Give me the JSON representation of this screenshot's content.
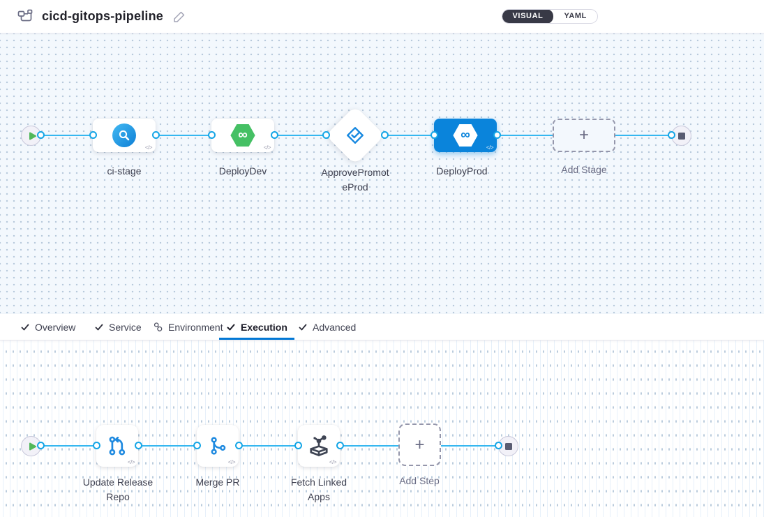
{
  "header": {
    "title": "cicd-gitops-pipeline",
    "mode_toggle": {
      "options": [
        "VISUAL",
        "YAML"
      ],
      "selected": "VISUAL"
    }
  },
  "icons": {
    "code_badge": "</>",
    "plus": "+",
    "infinity": "∞"
  },
  "stage_pipeline": {
    "stages": [
      {
        "name": "ci-stage",
        "type": "ci",
        "selected": false
      },
      {
        "name": "DeployDev",
        "type": "cd",
        "selected": false
      },
      {
        "name": "ApprovePromoteProd",
        "type": "approval",
        "selected": false,
        "label_lines": [
          "ApprovePromot",
          "eProd"
        ]
      },
      {
        "name": "DeployProd",
        "type": "cd",
        "selected": true
      },
      {
        "name": "Add Stage",
        "type": "add-stage"
      }
    ]
  },
  "tabs": [
    {
      "label": "Overview",
      "icon": "check",
      "active": false
    },
    {
      "label": "Service",
      "icon": "check",
      "active": false
    },
    {
      "label": "Environment",
      "icon": "environment",
      "active": false
    },
    {
      "label": "Execution",
      "icon": "check",
      "active": true
    },
    {
      "label": "Advanced",
      "icon": "check",
      "active": false
    }
  ],
  "execution": {
    "steps": [
      {
        "name": "Update Release Repo",
        "type": "git-update"
      },
      {
        "name": "Merge PR",
        "type": "git-merge"
      },
      {
        "name": "Fetch Linked Apps",
        "type": "fetch-linked-apps"
      },
      {
        "name": "Add Step",
        "type": "add-step"
      }
    ]
  },
  "colors": {
    "accent": "#0278d5",
    "connector": "#36b7f0",
    "selected_stage": "#0a84db",
    "cd_green": "#45c064",
    "toggle_dark": "#383946",
    "canvas_top_bg": "#f3f8fd"
  }
}
